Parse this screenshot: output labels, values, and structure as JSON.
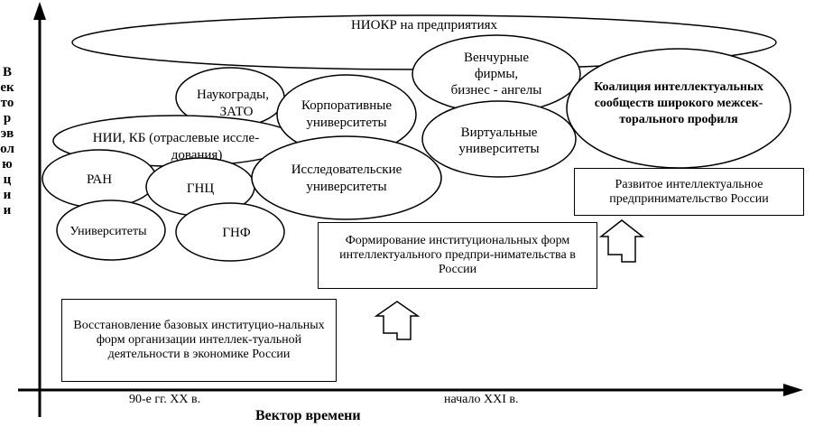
{
  "axes": {
    "y_label": "Вектор эволюции",
    "x_label": "Вектор времени",
    "x_ticks": [
      "90-е гг. XX в.",
      "начало XXI в."
    ]
  },
  "ellipses": {
    "niokr": "НИОКР на предприятиях",
    "venture": [
      "Венчурные",
      "фирмы,",
      "бизнес - ангелы"
    ],
    "coalition": [
      "Коалиция интеллектуальных",
      "сообществ широкого межсек-",
      "торального профиля"
    ],
    "naukogrady": [
      "Наукограды,",
      "ЗАТО"
    ],
    "corporate": [
      "Корпоративные",
      "университеты"
    ],
    "virtual": [
      "Виртуальные",
      "университеты"
    ],
    "nii": [
      "НИИ, КБ (отраслевые иссле-",
      "дования)"
    ],
    "ran": "РАН",
    "gnc": "ГНЦ",
    "research": [
      "Исследовательские",
      "университеты"
    ],
    "universities": "Университеты",
    "gnf": "ГНФ"
  },
  "boxes": {
    "restore": "Восстановление базовых институцио-нальных форм организации интеллек-туальной деятельности в экономике России",
    "formation": "Формирование институциональных форм интеллектуального предпри-нимательства в России",
    "developed": "Развитое интеллектуальное предпринимательство России"
  }
}
